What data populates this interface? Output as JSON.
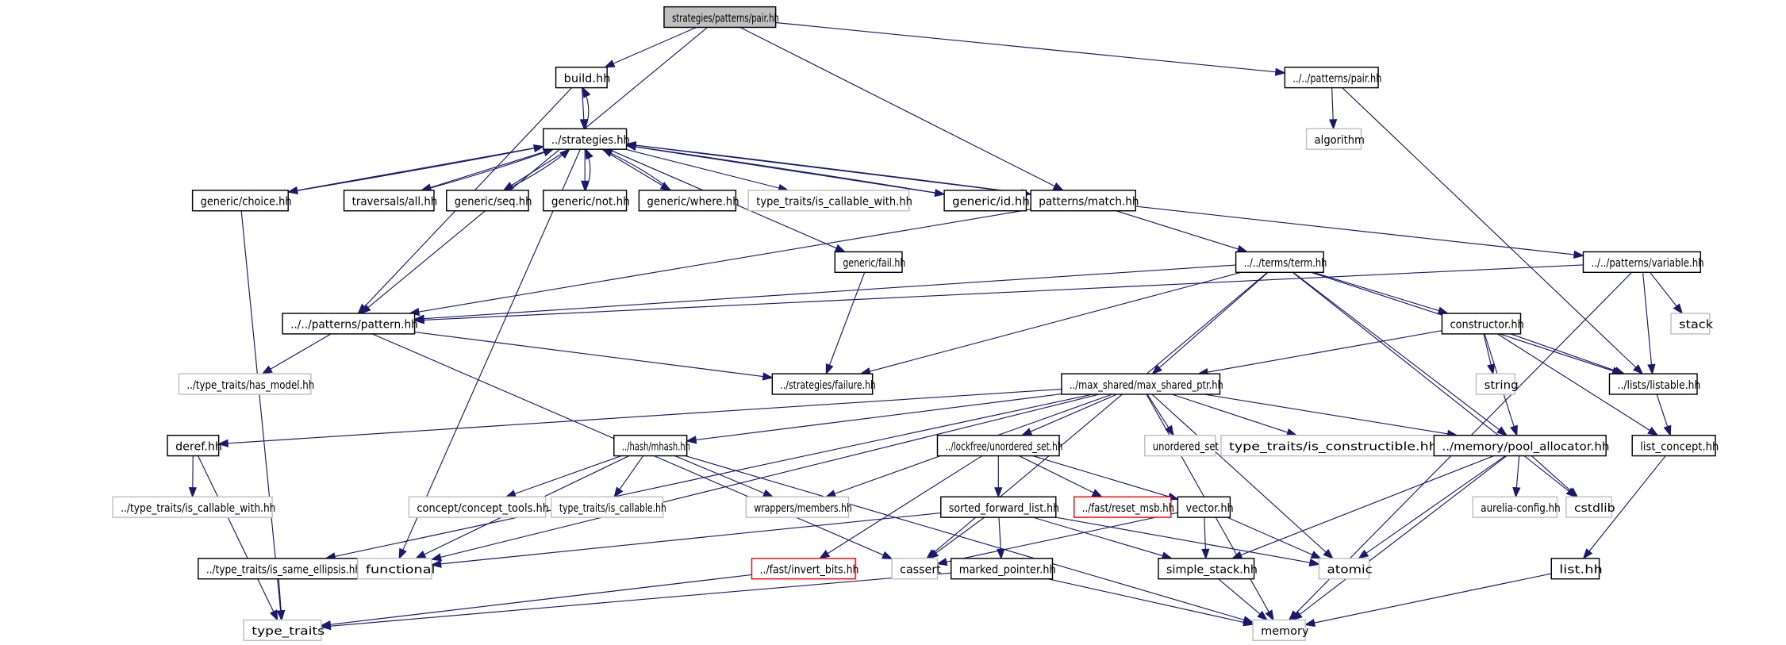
{
  "title": "strategies/patterns/pair.hh include dependency graph",
  "colors": {
    "edge": "#191970",
    "root_fill": "#bfbfbf",
    "local_border": "#000000",
    "system_border": "#bfbfbf",
    "missing_border": "#ff0000",
    "background": "#ffffff"
  },
  "nodes": [
    {
      "id": "pair_root",
      "label": "strategies/patterns/pair.hh",
      "kind": "root"
    },
    {
      "id": "build",
      "label": "build.hh",
      "kind": "local"
    },
    {
      "id": "strategies",
      "label": "../strategies.hh",
      "kind": "local"
    },
    {
      "id": "choice",
      "label": "generic/choice.hh",
      "kind": "local"
    },
    {
      "id": "all",
      "label": "traversals/all.hh",
      "kind": "local"
    },
    {
      "id": "seq",
      "label": "generic/seq.hh",
      "kind": "local"
    },
    {
      "id": "not",
      "label": "generic/not.hh",
      "kind": "local"
    },
    {
      "id": "where",
      "label": "generic/where.hh",
      "kind": "local"
    },
    {
      "id": "iscw_top",
      "label": "type_traits/is_callable_with.hh",
      "kind": "system"
    },
    {
      "id": "id",
      "label": "generic/id.hh",
      "kind": "local"
    },
    {
      "id": "match",
      "label": "patterns/match.hh",
      "kind": "local"
    },
    {
      "id": "pair2",
      "label": "../../patterns/pair.hh",
      "kind": "local"
    },
    {
      "id": "algorithm",
      "label": "algorithm",
      "kind": "system"
    },
    {
      "id": "fail",
      "label": "generic/fail.hh",
      "kind": "local"
    },
    {
      "id": "term",
      "label": "../../terms/term.hh",
      "kind": "local"
    },
    {
      "id": "variable",
      "label": "../../patterns/variable.hh",
      "kind": "local"
    },
    {
      "id": "pattern",
      "label": "../../patterns/pattern.hh",
      "kind": "local"
    },
    {
      "id": "constructor",
      "label": "constructor.hh",
      "kind": "local"
    },
    {
      "id": "stack",
      "label": "stack",
      "kind": "system"
    },
    {
      "id": "has_model",
      "label": "../type_traits/has_model.hh",
      "kind": "system"
    },
    {
      "id": "failure",
      "label": "../strategies/failure.hh",
      "kind": "local"
    },
    {
      "id": "msp",
      "label": "../max_shared/max_shared_ptr.hh",
      "kind": "local"
    },
    {
      "id": "string",
      "label": "string",
      "kind": "system"
    },
    {
      "id": "listable",
      "label": "../lists/listable.hh",
      "kind": "local"
    },
    {
      "id": "deref",
      "label": "deref.hh",
      "kind": "local"
    },
    {
      "id": "mhash",
      "label": "../hash/mhash.hh",
      "kind": "local"
    },
    {
      "id": "lf_uset",
      "label": "../lockfree/unordered_set.hh",
      "kind": "local"
    },
    {
      "id": "unordered_set",
      "label": "unordered_set",
      "kind": "system"
    },
    {
      "id": "is_constructible",
      "label": "type_traits/is_constructible.hh",
      "kind": "system"
    },
    {
      "id": "pool_alloc",
      "label": "../memory/pool_allocator.hh",
      "kind": "local"
    },
    {
      "id": "list_concept",
      "label": "list_concept.hh",
      "kind": "local"
    },
    {
      "id": "iscw_low",
      "label": "../type_traits/is_callable_with.hh",
      "kind": "system"
    },
    {
      "id": "concept_tools",
      "label": "concept/concept_tools.hh",
      "kind": "system"
    },
    {
      "id": "is_callable",
      "label": "type_traits/is_callable.hh",
      "kind": "system"
    },
    {
      "id": "members",
      "label": "wrappers/members.hh",
      "kind": "system"
    },
    {
      "id": "sfl",
      "label": "sorted_forward_list.hh",
      "kind": "local"
    },
    {
      "id": "reset_msb",
      "label": "../fast/reset_msb.hh",
      "kind": "missing"
    },
    {
      "id": "vector",
      "label": "vector.hh",
      "kind": "local"
    },
    {
      "id": "aurelia_config",
      "label": "aurelia-config.hh",
      "kind": "system"
    },
    {
      "id": "cstdlib",
      "label": "cstdlib",
      "kind": "system"
    },
    {
      "id": "same_ellipsis",
      "label": "../type_traits/is_same_ellipsis.hh",
      "kind": "local"
    },
    {
      "id": "functional",
      "label": "functional",
      "kind": "system"
    },
    {
      "id": "invert_bits",
      "label": "../fast/invert_bits.hh",
      "kind": "missing"
    },
    {
      "id": "cassert",
      "label": "cassert",
      "kind": "system"
    },
    {
      "id": "marked_pointer",
      "label": "marked_pointer.hh",
      "kind": "local"
    },
    {
      "id": "simple_stack",
      "label": "simple_stack.hh",
      "kind": "local"
    },
    {
      "id": "atomic",
      "label": "atomic",
      "kind": "system"
    },
    {
      "id": "list",
      "label": "list.hh",
      "kind": "local"
    },
    {
      "id": "type_traits",
      "label": "type_traits",
      "kind": "system"
    },
    {
      "id": "memory",
      "label": "memory",
      "kind": "system"
    }
  ],
  "edges": [
    [
      "pair_root",
      "build"
    ],
    [
      "pair_root",
      "pattern"
    ],
    [
      "pair_root",
      "match"
    ],
    [
      "pair_root",
      "pair2"
    ],
    [
      "build",
      "strategies"
    ],
    [
      "build",
      "pattern"
    ],
    [
      "strategies",
      "build"
    ],
    [
      "strategies",
      "choice"
    ],
    [
      "strategies",
      "all"
    ],
    [
      "strategies",
      "seq"
    ],
    [
      "strategies",
      "not"
    ],
    [
      "strategies",
      "where"
    ],
    [
      "strategies",
      "iscw_top"
    ],
    [
      "strategies",
      "id"
    ],
    [
      "strategies",
      "match"
    ],
    [
      "strategies",
      "fail"
    ],
    [
      "strategies",
      "functional"
    ],
    [
      "choice",
      "strategies"
    ],
    [
      "choice",
      "type_traits"
    ],
    [
      "all",
      "strategies"
    ],
    [
      "seq",
      "strategies"
    ],
    [
      "not",
      "strategies"
    ],
    [
      "where",
      "strategies"
    ],
    [
      "id",
      "strategies"
    ],
    [
      "match",
      "strategies"
    ],
    [
      "match",
      "pattern"
    ],
    [
      "match",
      "term"
    ],
    [
      "match",
      "variable"
    ],
    [
      "pair2",
      "algorithm"
    ],
    [
      "pair2",
      "listable"
    ],
    [
      "fail",
      "failure"
    ],
    [
      "term",
      "pattern"
    ],
    [
      "term",
      "failure"
    ],
    [
      "term",
      "constructor"
    ],
    [
      "term",
      "msp"
    ],
    [
      "term",
      "pool_alloc"
    ],
    [
      "term",
      "cstdlib"
    ],
    [
      "term",
      "listable"
    ],
    [
      "term",
      "cassert"
    ],
    [
      "variable",
      "pattern"
    ],
    [
      "variable",
      "stack"
    ],
    [
      "variable",
      "listable"
    ],
    [
      "variable",
      "memory"
    ],
    [
      "pattern",
      "has_model"
    ],
    [
      "pattern",
      "failure"
    ],
    [
      "pattern",
      "cassert"
    ],
    [
      "constructor",
      "msp"
    ],
    [
      "constructor",
      "string"
    ],
    [
      "constructor",
      "listable"
    ],
    [
      "constructor",
      "list_concept"
    ],
    [
      "constructor",
      "pool_alloc"
    ],
    [
      "msp",
      "deref"
    ],
    [
      "msp",
      "mhash"
    ],
    [
      "msp",
      "lf_uset"
    ],
    [
      "msp",
      "unordered_set"
    ],
    [
      "msp",
      "is_constructible"
    ],
    [
      "msp",
      "pool_alloc"
    ],
    [
      "msp",
      "members"
    ],
    [
      "msp",
      "same_ellipsis"
    ],
    [
      "msp",
      "functional"
    ],
    [
      "msp",
      "atomic"
    ],
    [
      "msp",
      "memory"
    ],
    [
      "listable",
      "list_concept"
    ],
    [
      "deref",
      "iscw_low"
    ],
    [
      "deref",
      "type_traits"
    ],
    [
      "mhash",
      "concept_tools"
    ],
    [
      "mhash",
      "is_callable"
    ],
    [
      "mhash",
      "members"
    ],
    [
      "mhash",
      "functional"
    ],
    [
      "mhash",
      "memory"
    ],
    [
      "lf_uset",
      "sfl"
    ],
    [
      "lf_uset",
      "reset_msb"
    ],
    [
      "lf_uset",
      "vector"
    ],
    [
      "lf_uset",
      "invert_bits"
    ],
    [
      "pool_alloc",
      "aurelia_config"
    ],
    [
      "pool_alloc",
      "cstdlib"
    ],
    [
      "pool_alloc",
      "simple_stack"
    ],
    [
      "pool_alloc",
      "atomic"
    ],
    [
      "pool_alloc",
      "memory"
    ],
    [
      "list_concept",
      "list"
    ],
    [
      "sfl",
      "cassert"
    ],
    [
      "sfl",
      "marked_pointer"
    ],
    [
      "sfl",
      "simple_stack"
    ],
    [
      "sfl",
      "atomic"
    ],
    [
      "sfl",
      "functional"
    ],
    [
      "vector",
      "cassert"
    ],
    [
      "vector",
      "simple_stack"
    ],
    [
      "vector",
      "atomic"
    ],
    [
      "same_ellipsis",
      "type_traits"
    ],
    [
      "invert_bits",
      "type_traits"
    ],
    [
      "marked_pointer",
      "type_traits"
    ],
    [
      "marked_pointer",
      "memory"
    ],
    [
      "simple_stack",
      "memory"
    ],
    [
      "list",
      "memory"
    ]
  ]
}
